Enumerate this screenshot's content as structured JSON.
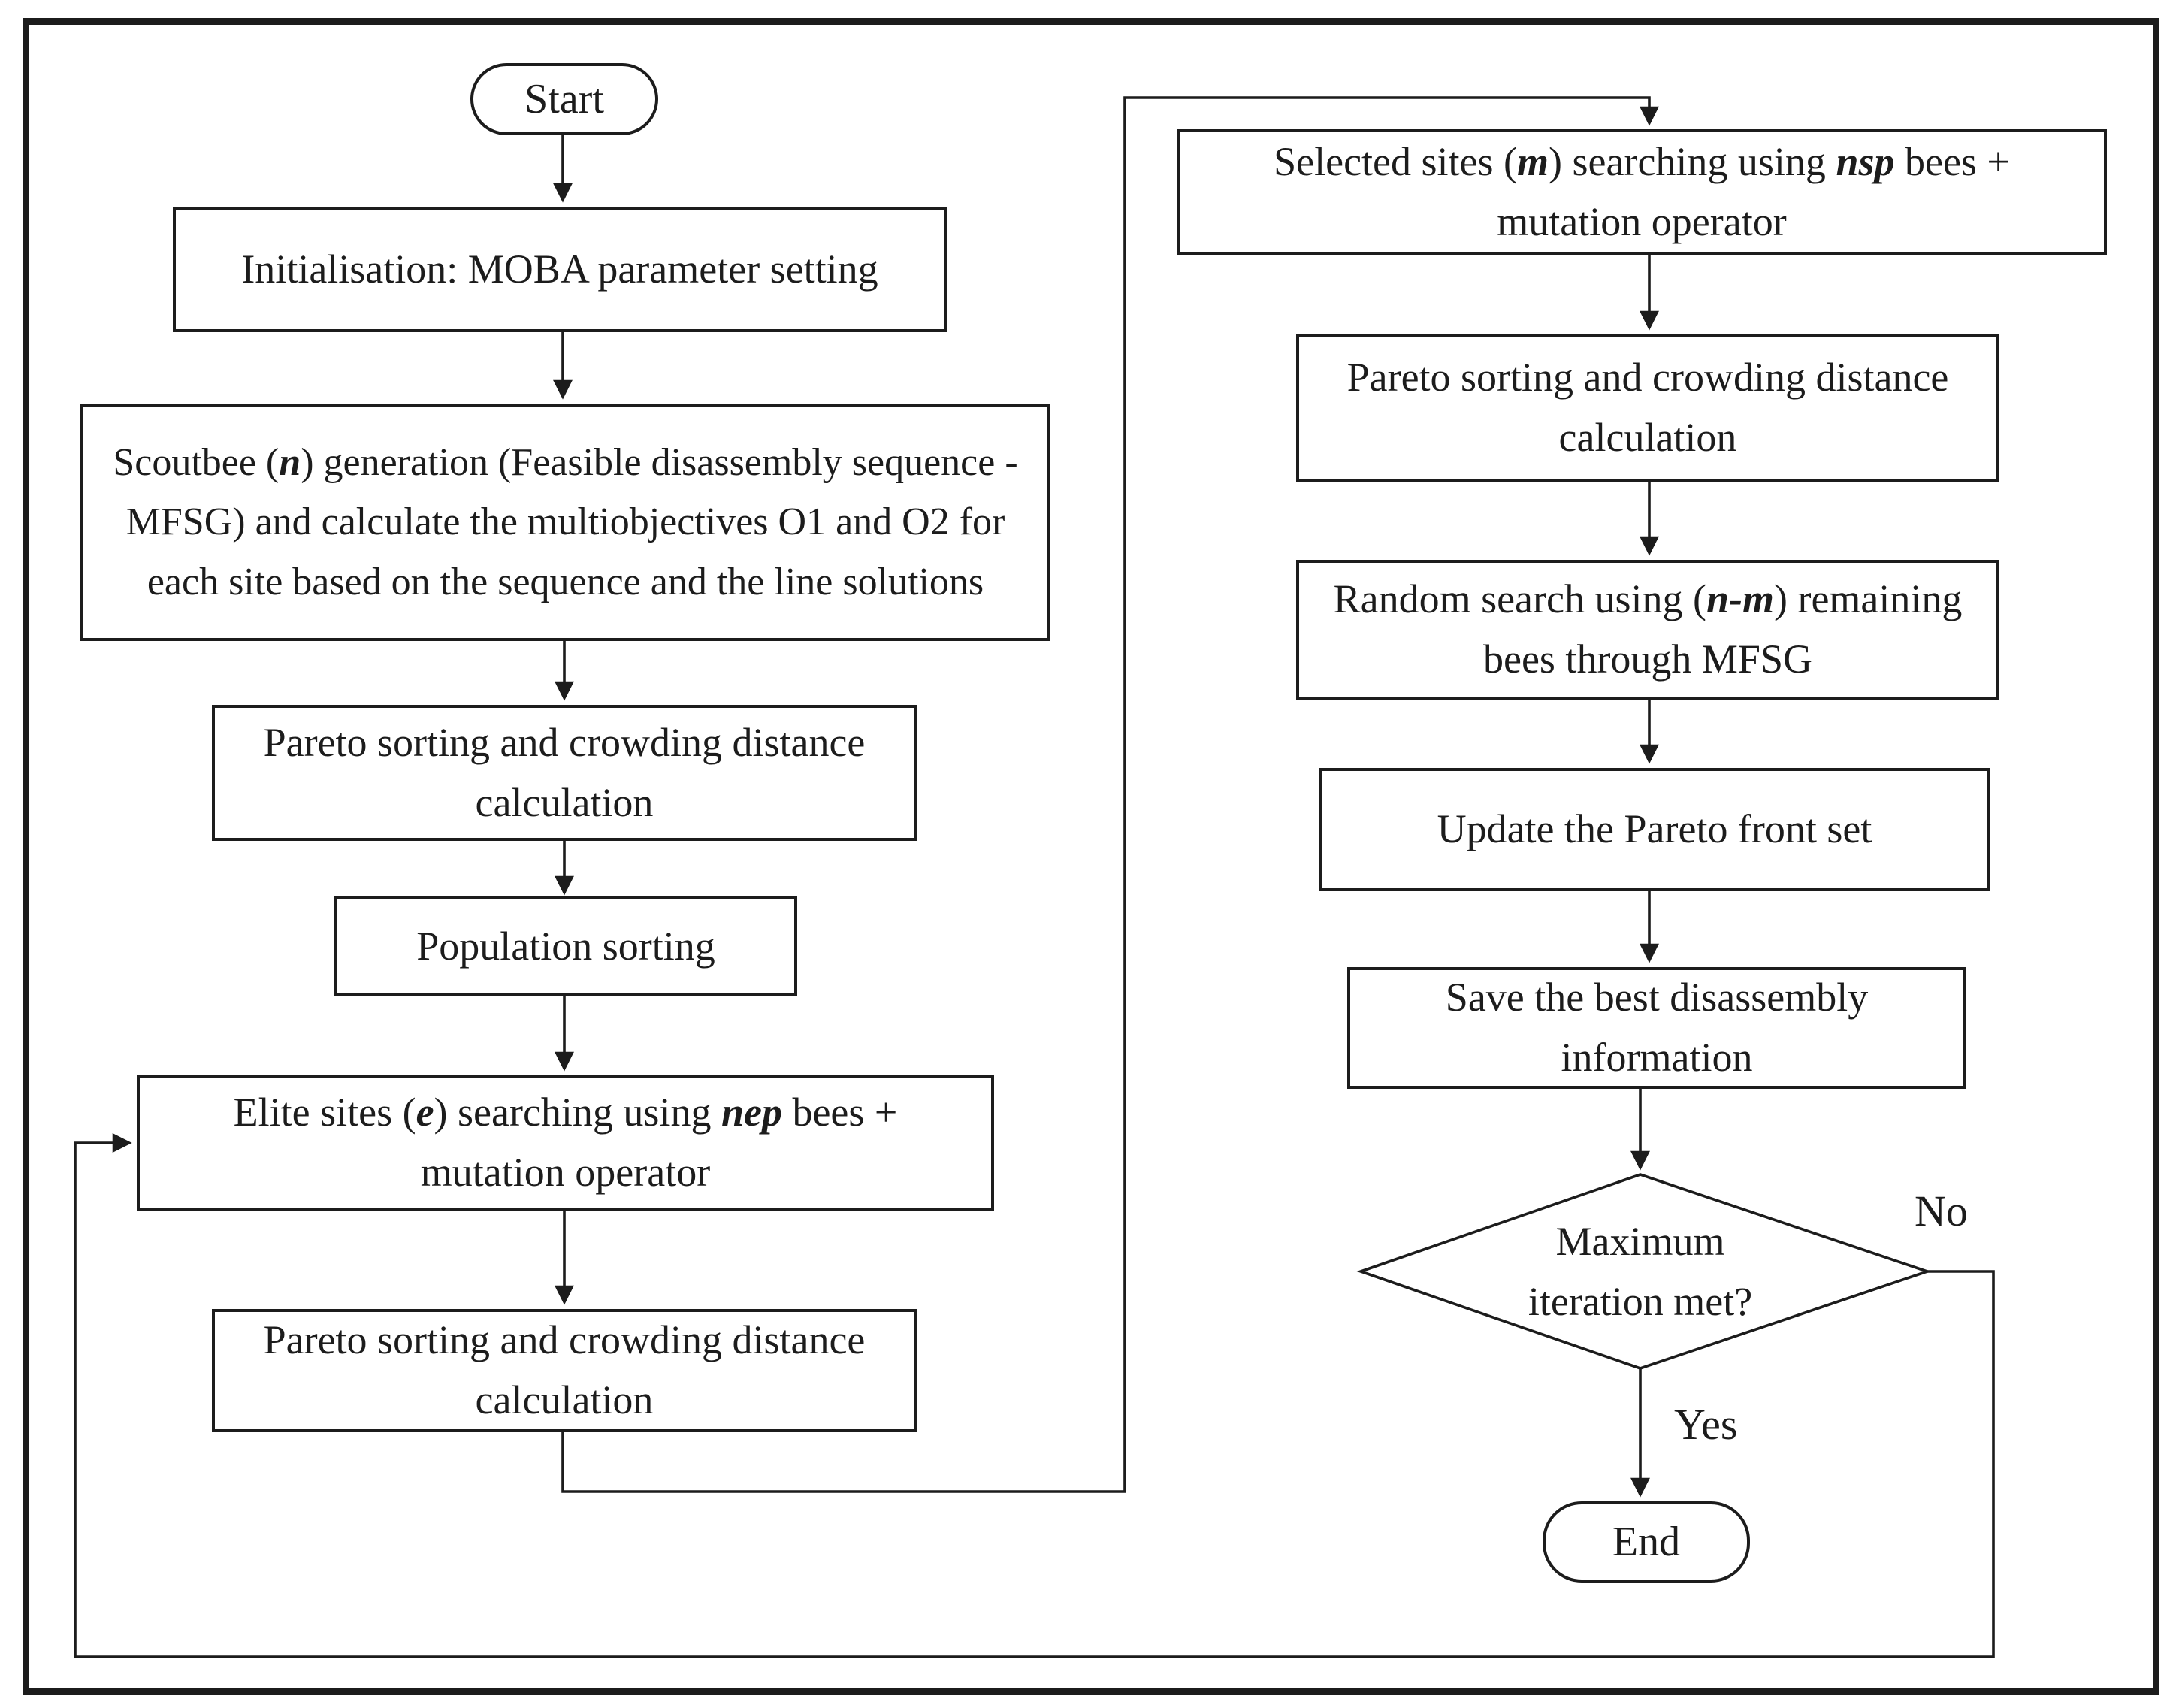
{
  "flowchart": {
    "colors": {
      "ink": "#1c1c1c",
      "background": "#ffffff"
    },
    "nodes": {
      "start": {
        "label": "Start"
      },
      "initialisation": {
        "segments": [
          {
            "t": "Initialisation: MOBA parameter setting"
          }
        ]
      },
      "scoutbee": {
        "segments": [
          {
            "t": "Scoutbee ("
          },
          {
            "t": "n",
            "em": true
          },
          {
            "t": ") generation  (Feasible disassembly sequence - MFSG) and calculate the multiobjectives O1 and O2 for each site based on the sequence and the line solutions"
          }
        ]
      },
      "pareto_left_1": {
        "segments": [
          {
            "t": "Pareto sorting and crowding distance calculation"
          }
        ]
      },
      "population": {
        "segments": [
          {
            "t": "Population sorting"
          }
        ]
      },
      "elite": {
        "segments": [
          {
            "t": "Elite sites ("
          },
          {
            "t": "e",
            "em": true
          },
          {
            "t": ") searching using "
          },
          {
            "t": "nep",
            "em": true
          },
          {
            "t": " bees + mutation operator"
          }
        ]
      },
      "pareto_left_2": {
        "segments": [
          {
            "t": "Pareto sorting and crowding distance calculation"
          }
        ]
      },
      "selected": {
        "segments": [
          {
            "t": "Selected sites ("
          },
          {
            "t": "m",
            "em": true
          },
          {
            "t": ") searching using "
          },
          {
            "t": "nsp",
            "em": true
          },
          {
            "t": " bees + mutation operator"
          }
        ]
      },
      "pareto_right": {
        "segments": [
          {
            "t": "Pareto sorting and crowding distance calculation"
          }
        ]
      },
      "random_search": {
        "segments": [
          {
            "t": "Random search using ("
          },
          {
            "t": "n-m",
            "em": true
          },
          {
            "t": ") remaining bees through MFSG"
          }
        ]
      },
      "update_front": {
        "segments": [
          {
            "t": "Update the Pareto front set"
          }
        ]
      },
      "save_best": {
        "segments": [
          {
            "t": "Save the best disassembly information"
          }
        ]
      },
      "decision": {
        "segments": [
          {
            "t": "Maximum iteration met?"
          }
        ]
      },
      "end": {
        "label": "End"
      }
    },
    "edge_labels": {
      "no": "No",
      "yes": "Yes"
    }
  }
}
